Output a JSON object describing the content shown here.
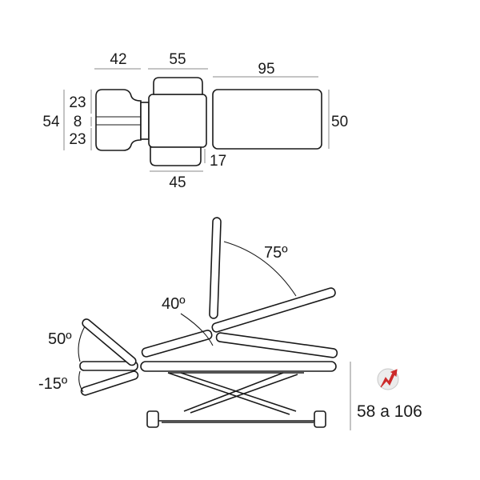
{
  "top_view": {
    "dims": {
      "head_width": "42",
      "middle_width": "55",
      "body_width": "95",
      "head_total_height": "54",
      "head_upper": "23",
      "head_gap": "8",
      "head_lower": "23",
      "body_height": "50",
      "armrest_offset": "17",
      "armrest_width": "45"
    }
  },
  "side_view": {
    "angles": {
      "back_raise": "75º",
      "mid_tilt": "40º",
      "head_up": "50º",
      "head_down": "-15º"
    },
    "height_range": "58 a 106",
    "icon": "electric-height-icon",
    "colors": {
      "icon_red": "#cc2a2a",
      "icon_ring": "#e6e6e6",
      "stroke": "#1a1a1a"
    }
  }
}
